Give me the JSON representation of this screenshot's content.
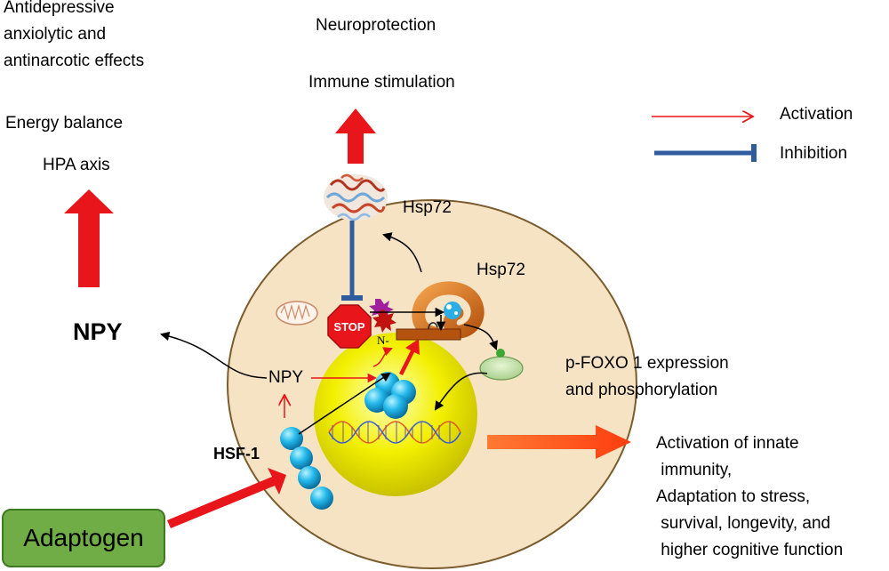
{
  "effects": {
    "npy_effects": "Antidepressive\nanxiolytic and\nantinarcotic effects",
    "energy_balance": "Energy balance",
    "hpa_axis": "HPA axis",
    "neuroprotection": "Neuroprotection",
    "immune_stimulation": "Immune stimulation"
  },
  "legend": {
    "activation": "Activation",
    "inhibition": "Inhibition"
  },
  "labels": {
    "npy_big": "NPY",
    "npy_cell": "NPY",
    "hsp72_top": "Hsp72",
    "hsp72_mid": "Hsp72",
    "stop": "STOP",
    "n_terminus": "N-",
    "hsf1": "HSF-1",
    "foxo": "p-FOXO 1 expression\nand phosphorylation",
    "outcomes": "Activation of innate\n immunity,\nAdaptation to stress,\n survival, longevity, and\n higher cognitive function",
    "adaptogen": "Adaptogen"
  },
  "colors": {
    "activation_red": "#e8161b",
    "inhibition_blue": "#2e5c9e",
    "cell_fill": "#f6e3c4",
    "nucleus_yellow": "#f2f200",
    "adaptogen_green": "#70ad47",
    "output_orange": "#ff4a1a"
  }
}
